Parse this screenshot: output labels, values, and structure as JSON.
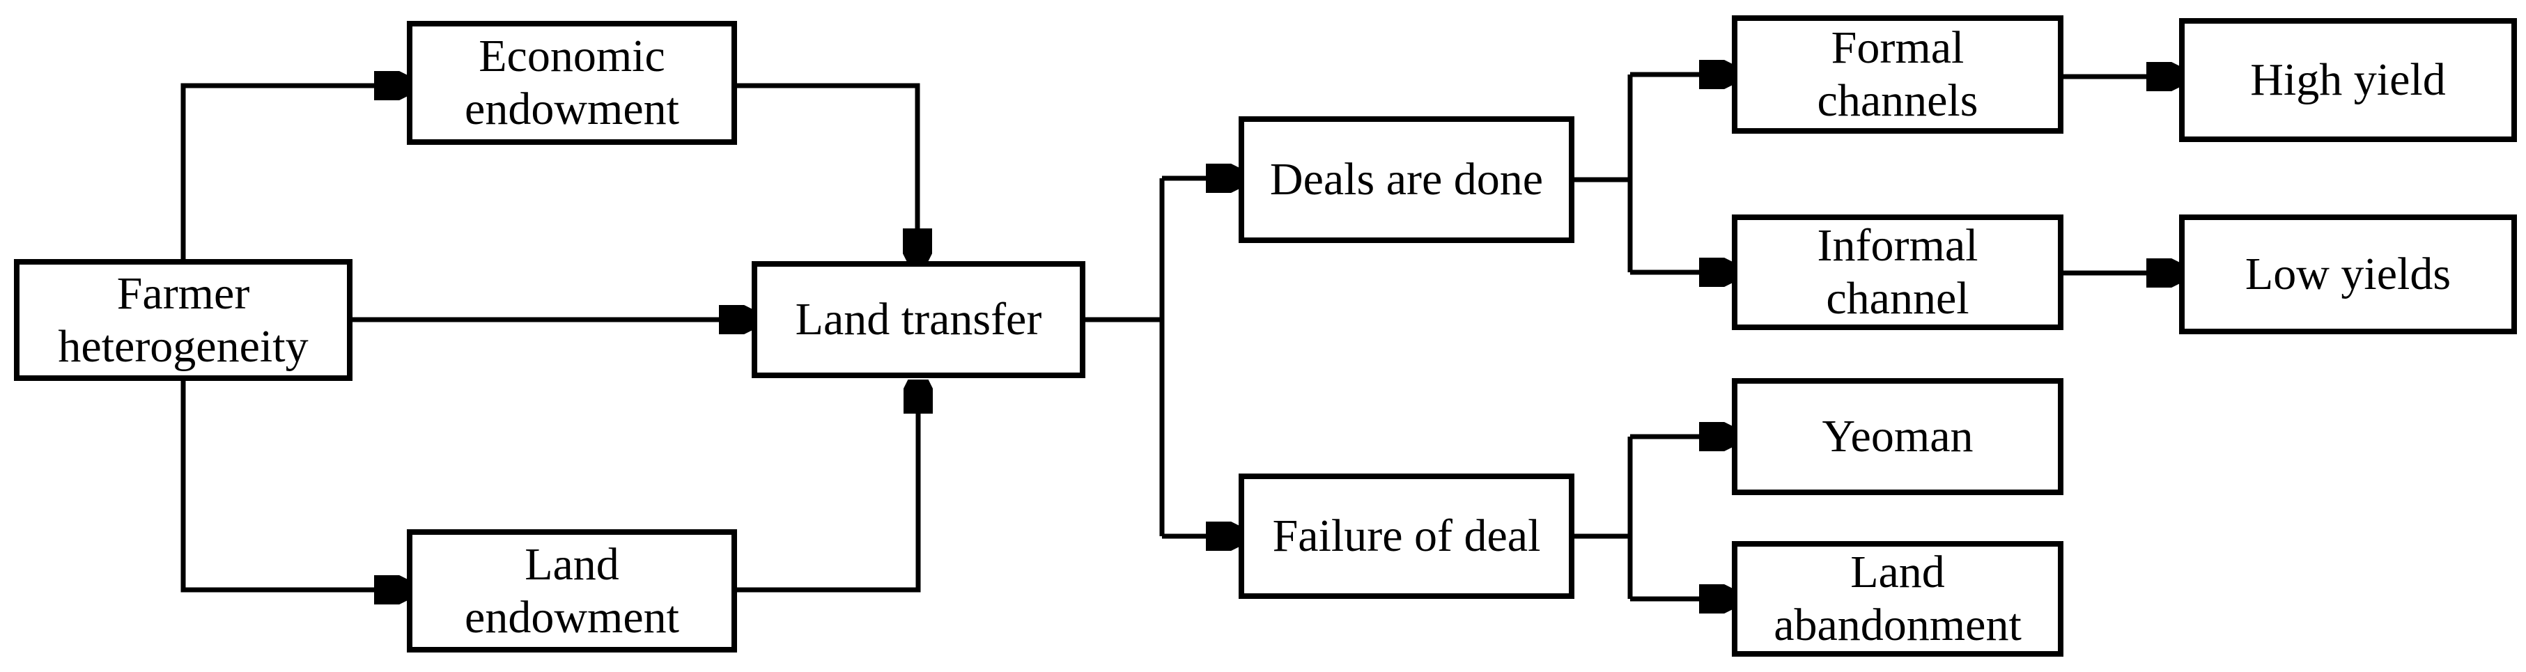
{
  "diagram": {
    "description": "Flowchart of farmer heterogeneity leading to land transfer outcomes",
    "colors": {
      "background": "#ffffff",
      "box_fill": "#ffffff",
      "stroke": "#000000",
      "text": "#000000"
    },
    "nodes": [
      {
        "id": "farmer-heterogeneity",
        "label": "Farmer heterogeneity"
      },
      {
        "id": "economic-endowment",
        "label": "Economic endowment"
      },
      {
        "id": "land-endowment",
        "label": "Land endowment"
      },
      {
        "id": "land-transfer",
        "label": "Land transfer"
      },
      {
        "id": "deals-are-done",
        "label": "Deals are done"
      },
      {
        "id": "failure-of-deal",
        "label": "Failure of deal"
      },
      {
        "id": "formal-channels",
        "label": "Formal channels"
      },
      {
        "id": "informal-channel",
        "label": "Informal channel"
      },
      {
        "id": "yeoman",
        "label": "Yeoman"
      },
      {
        "id": "land-abandonment",
        "label": "Land abandonment"
      },
      {
        "id": "high-yield",
        "label": "High yield"
      },
      {
        "id": "low-yields",
        "label": "Low yields"
      }
    ],
    "edges": [
      {
        "from": "farmer-heterogeneity",
        "to": "economic-endowment"
      },
      {
        "from": "farmer-heterogeneity",
        "to": "land-transfer"
      },
      {
        "from": "farmer-heterogeneity",
        "to": "land-endowment"
      },
      {
        "from": "economic-endowment",
        "to": "land-transfer"
      },
      {
        "from": "land-endowment",
        "to": "land-transfer"
      },
      {
        "from": "land-transfer",
        "to": "deals-are-done"
      },
      {
        "from": "land-transfer",
        "to": "failure-of-deal"
      },
      {
        "from": "deals-are-done",
        "to": "formal-channels"
      },
      {
        "from": "deals-are-done",
        "to": "informal-channel"
      },
      {
        "from": "failure-of-deal",
        "to": "yeoman"
      },
      {
        "from": "failure-of-deal",
        "to": "land-abandonment"
      },
      {
        "from": "formal-channels",
        "to": "high-yield"
      },
      {
        "from": "informal-channel",
        "to": "low-yields"
      }
    ]
  }
}
